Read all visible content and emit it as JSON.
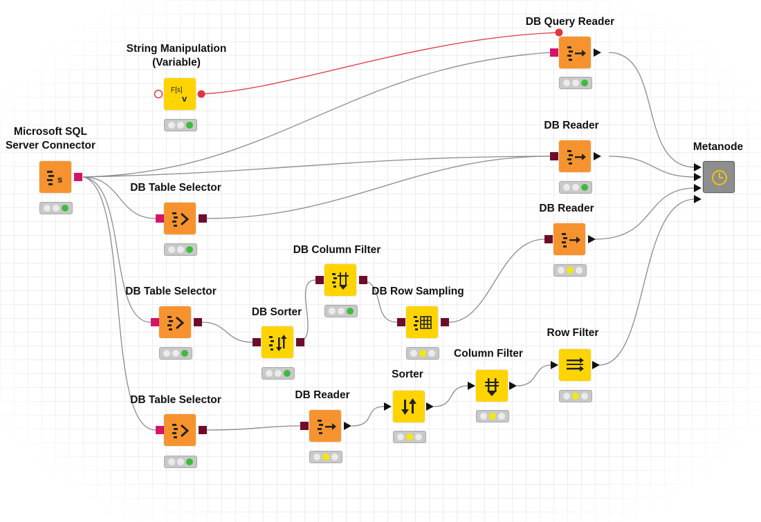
{
  "colors": {
    "node_source": "#f7932f",
    "node_manipulator": "#ffd400",
    "metanode": "#8e8e8e",
    "db_port": "#6d0d2d",
    "db_port_connected": "#d4136b",
    "flow_variable": "#e0343f",
    "light_green": "#3dbb3d",
    "light_yellow": "#f4e70a",
    "light_off": "#ebebeb"
  },
  "nodes": {
    "mssql_connector": {
      "label": "Microsoft SQL\nServer Connector",
      "icon": "database-s-icon",
      "status": "green"
    },
    "string_manipulation": {
      "label": "String Manipulation\n(Variable)",
      "icon": "function-variable-icon",
      "status": "green"
    },
    "db_query_reader": {
      "label": "DB Query Reader",
      "icon": "db-read-arrow-icon",
      "status": "green"
    },
    "db_reader_1": {
      "label": "DB Reader",
      "icon": "db-read-arrow-icon",
      "status": "green"
    },
    "db_table_selector_1": {
      "label": "DB Table Selector",
      "icon": "db-select-icon",
      "status": "green"
    },
    "db_reader_2": {
      "label": "DB Reader",
      "icon": "db-read-arrow-icon",
      "status": "yellow"
    },
    "db_column_filter": {
      "label": "DB Column Filter",
      "icon": "db-column-filter-icon",
      "status": "green"
    },
    "db_table_selector_2": {
      "label": "DB Table Selector",
      "icon": "db-select-icon",
      "status": "green"
    },
    "db_sorter": {
      "label": "DB Sorter",
      "icon": "db-sort-icon",
      "status": "green"
    },
    "db_row_sampling": {
      "label": "DB Row Sampling",
      "icon": "db-sampling-grid-icon",
      "status": "yellow"
    },
    "metanode": {
      "label": "Metanode",
      "icon": "clock-icon"
    },
    "row_filter": {
      "label": "Row Filter",
      "icon": "row-filter-icon",
      "status": "yellow"
    },
    "column_filter": {
      "label": "Column Filter",
      "icon": "column-filter-icon",
      "status": "yellow"
    },
    "sorter": {
      "label": "Sorter",
      "icon": "sort-arrows-icon",
      "status": "yellow"
    },
    "db_table_selector_3": {
      "label": "DB Table Selector",
      "icon": "db-select-icon",
      "status": "green"
    },
    "db_reader_3": {
      "label": "DB Reader",
      "icon": "db-read-arrow-icon",
      "status": "yellow"
    }
  }
}
